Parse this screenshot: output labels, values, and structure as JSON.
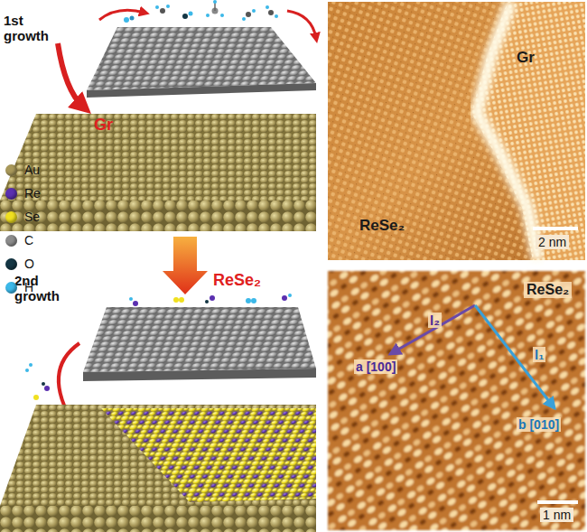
{
  "diagram": {
    "labels": [
      "1st growth",
      "Gr",
      "2nd growth",
      "ReSe₂",
      "Gr",
      "ReSe₂",
      "2 nm",
      "ReSe₂",
      "l₂",
      "a [100]",
      "l₁",
      "b [010]",
      "1 nm"
    ],
    "legend": [
      {
        "text": "Au",
        "color": "#a8985a"
      },
      {
        "text": "Re",
        "color": "#5b30b0"
      },
      {
        "text": "Se",
        "color": "#f0e020"
      },
      {
        "text": "C",
        "color": "#8c8c8c"
      },
      {
        "text": "O",
        "color": "#143644"
      },
      {
        "text": "H",
        "color": "#3cb8e8"
      }
    ]
  }
}
